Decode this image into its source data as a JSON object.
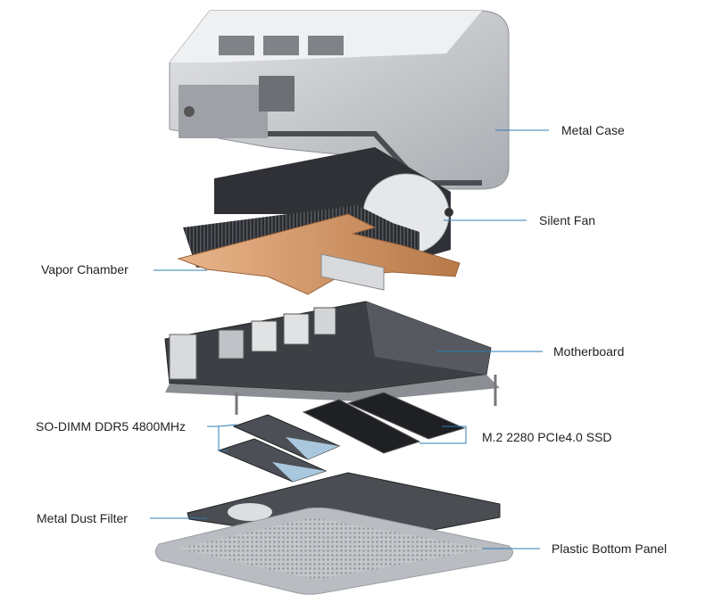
{
  "labels": {
    "metal_case": "Metal Case",
    "silent_fan": "Silent Fan",
    "vapor_chamber": "Vapor Chamber",
    "motherboard": "Motherboard",
    "so_dimm": "SO-DIMM DDR5 4800MHz",
    "ssd": "M.2 2280 PCIe4.0 SSD",
    "dust_filter": "Metal Dust Filter",
    "bottom_panel": "Plastic Bottom Panel"
  },
  "colors": {
    "leader_line": "#2f7db5",
    "case": "#c9cbcf",
    "copper": "#d49a6a",
    "board": "#3c3f44",
    "panel": "#b9bcc1"
  }
}
